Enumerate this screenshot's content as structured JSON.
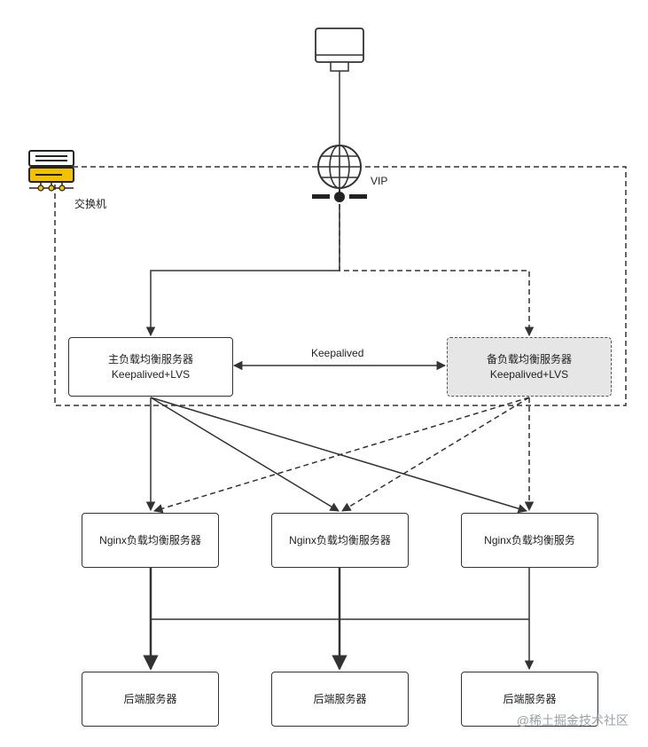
{
  "switch": {
    "label": "交换机",
    "icon": "network-switch-icon"
  },
  "client": {
    "icon": "monitor-icon"
  },
  "vip": {
    "label": "VIP",
    "icon": "globe-icon"
  },
  "lb_primary": {
    "line1": "主负载均衡服务器",
    "line2": "Keepalived+LVS"
  },
  "lb_backup": {
    "line1": "备负载均衡服务器",
    "line2": "Keepalived+LVS"
  },
  "heartbeat": {
    "label": "Keepalived"
  },
  "nginx": [
    {
      "label": "Nginx负载均衡服务器"
    },
    {
      "label": "Nginx负载均衡服务器"
    },
    {
      "label": "Nginx负载均衡服务"
    }
  ],
  "backends": [
    {
      "label": "后端服务器"
    },
    {
      "label": "后端服务器"
    },
    {
      "label": "后端服务器"
    }
  ],
  "watermark": "@稀土掘金技术社区",
  "colors": {
    "line": "#333333",
    "switch_yellow": "#f2c200",
    "backup_fill": "#e6e6e6"
  }
}
